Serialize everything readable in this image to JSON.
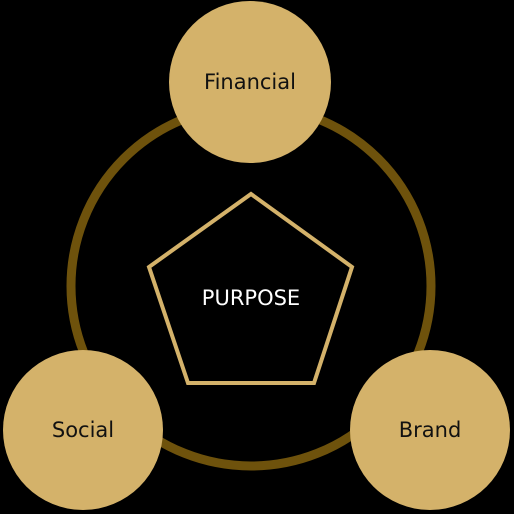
{
  "diagram": {
    "center": {
      "label": "PURPOSE"
    },
    "nodes": [
      {
        "id": "financial",
        "label": "Financial"
      },
      {
        "id": "social",
        "label": "Social"
      },
      {
        "id": "brand",
        "label": "Brand"
      }
    ]
  },
  "colors": {
    "background": "#000000",
    "ring": "#6e520c",
    "node_fill": "#d4b26a",
    "pentagon_stroke": "#d4b26a",
    "node_text": "#111111",
    "center_text": "#ffffff"
  }
}
